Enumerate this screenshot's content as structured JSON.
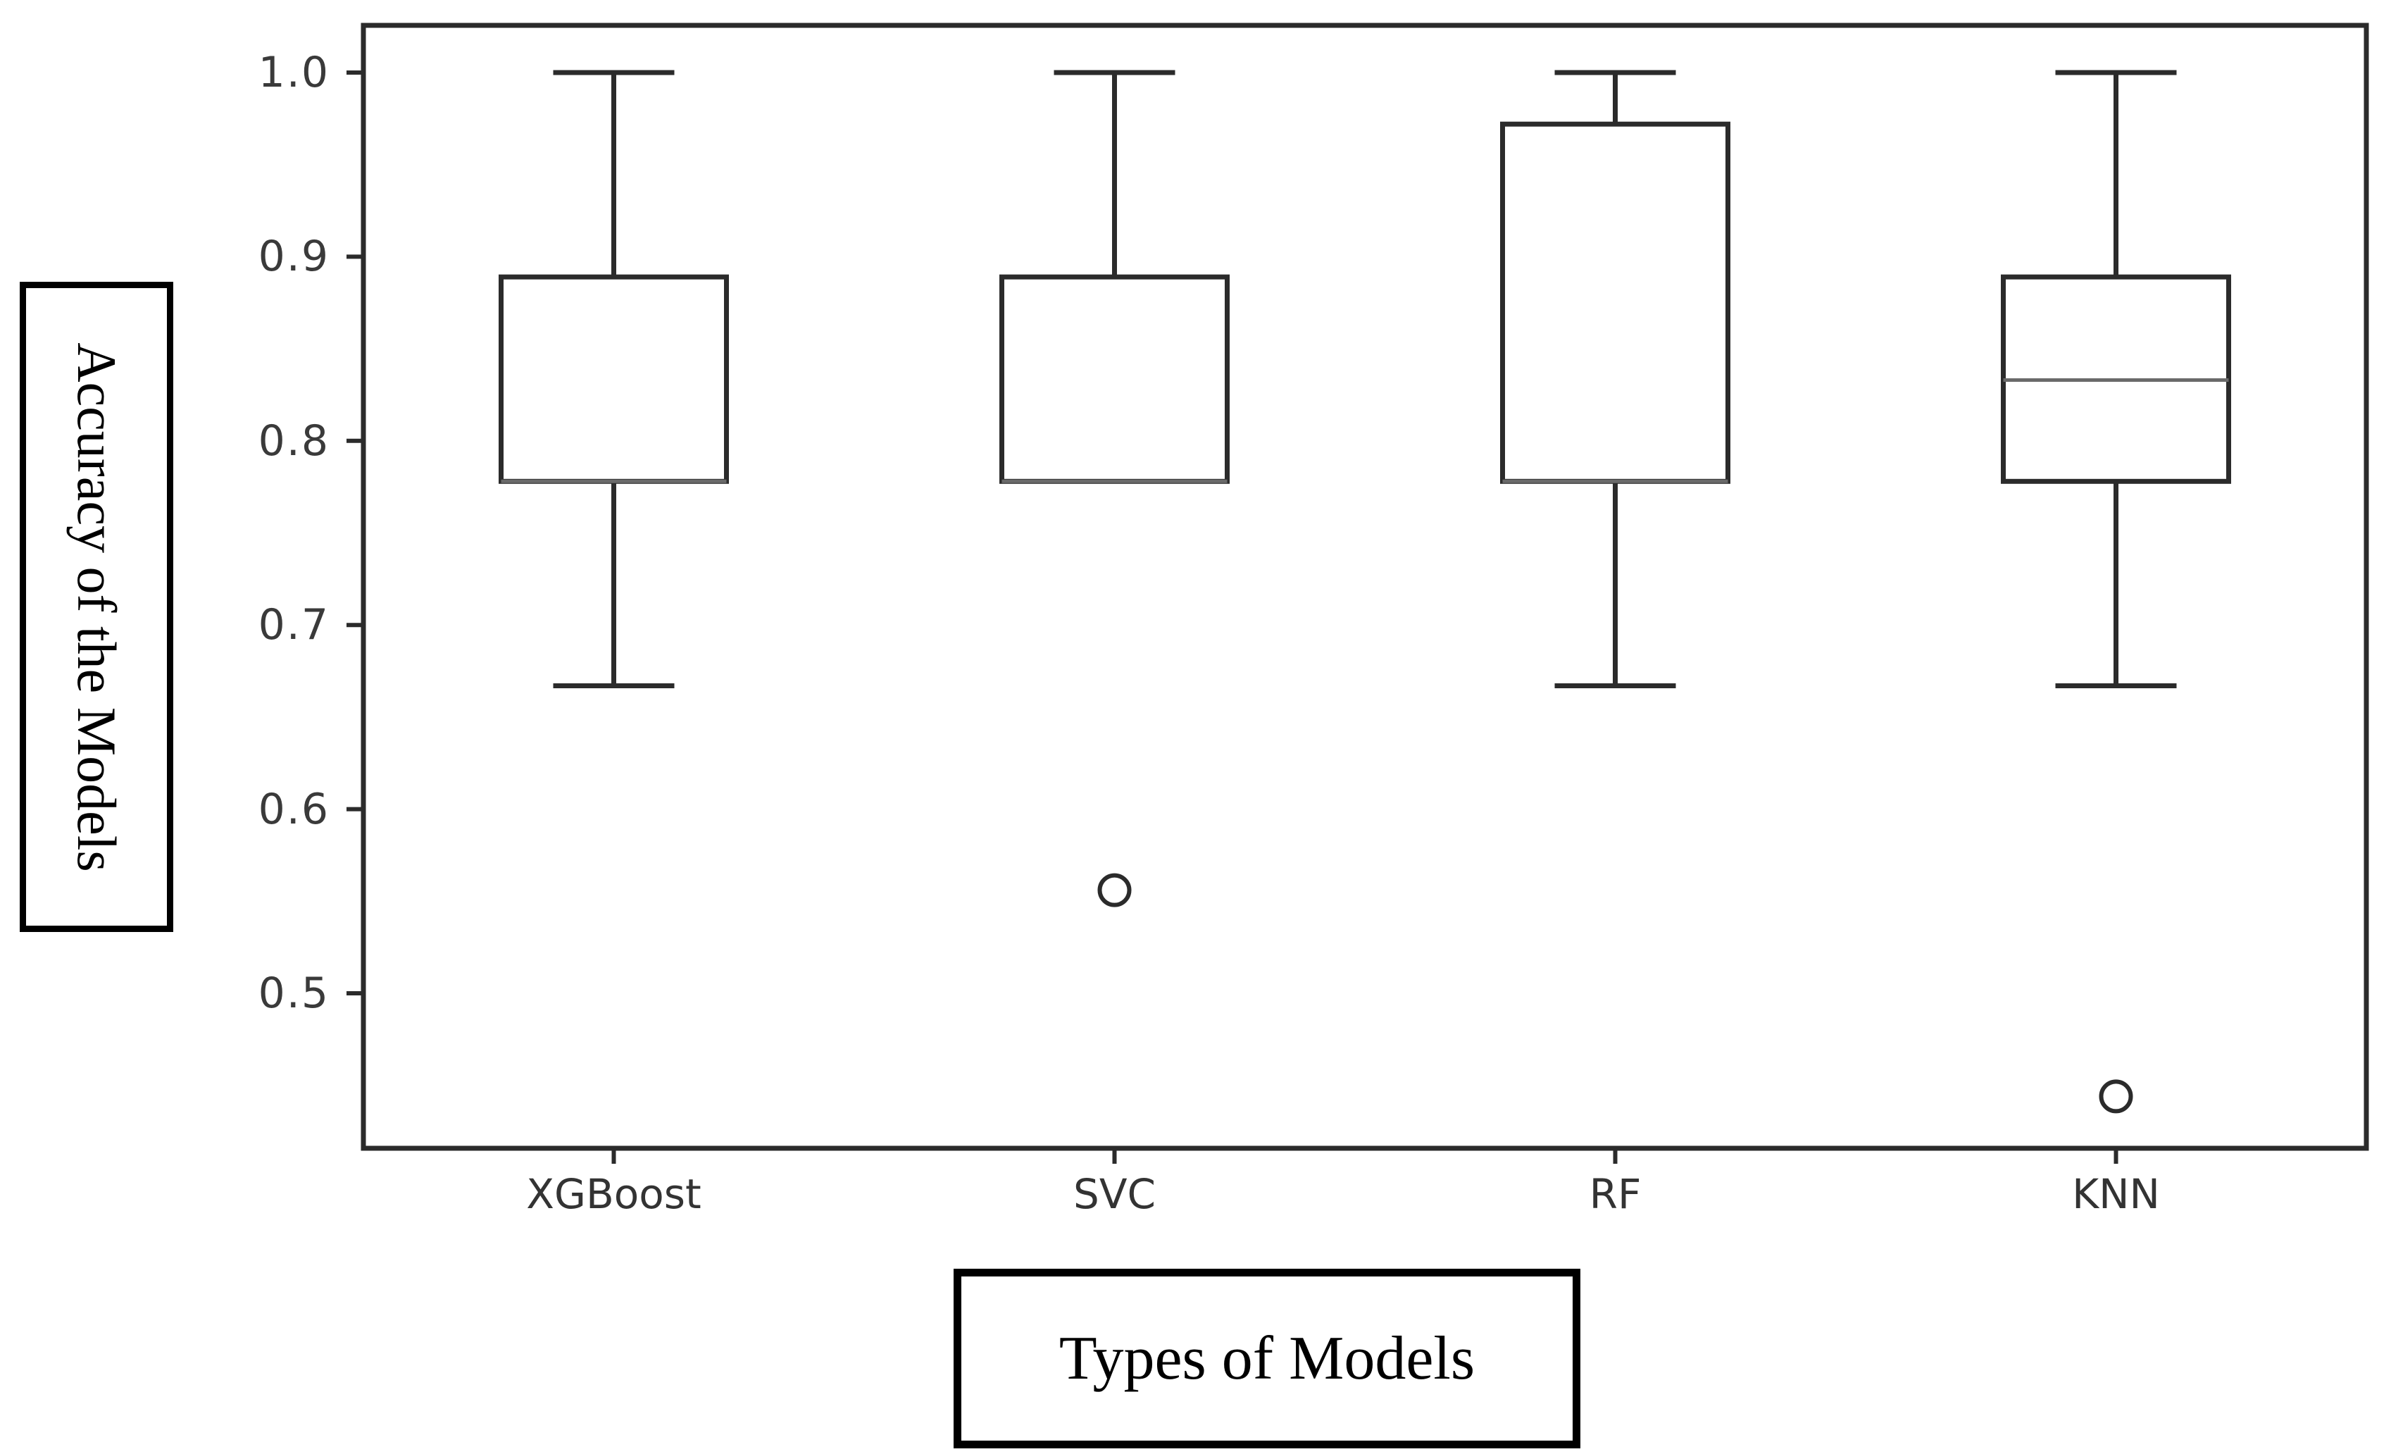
{
  "chart_data": {
    "type": "boxplot",
    "title": "",
    "xlabel": "Types of Models",
    "ylabel": "Accuracy of the Models",
    "categories": [
      "XGBoost",
      "SVC",
      "RF",
      "KNN"
    ],
    "y_tick_labels": [
      "1.0",
      "0.9",
      "0.8",
      "0.7",
      "0.6",
      "0.5"
    ],
    "y_tick_values": [
      1.0,
      0.9,
      0.8,
      0.7,
      0.6,
      0.5
    ],
    "ylim": [
      0.42,
      1.026
    ],
    "grid": false,
    "legend": "none",
    "series": [
      {
        "name": "XGBoost",
        "whisker_low": 0.667,
        "q1": 0.778,
        "median": 0.778,
        "q3": 0.889,
        "whisker_high": 1.0,
        "outliers": []
      },
      {
        "name": "SVC",
        "whisker_low": 0.778,
        "q1": 0.778,
        "median": 0.778,
        "q3": 0.889,
        "whisker_high": 1.0,
        "outliers": [
          0.556
        ]
      },
      {
        "name": "RF",
        "whisker_low": 0.667,
        "q1": 0.778,
        "median": 0.778,
        "q3": 0.972,
        "whisker_high": 1.0,
        "outliers": []
      },
      {
        "name": "KNN",
        "whisker_low": 0.667,
        "q1": 0.778,
        "median": 0.833,
        "q3": 0.889,
        "whisker_high": 1.0,
        "outliers": [
          0.444
        ]
      }
    ],
    "colors": {
      "ink": "#2b2b2b",
      "median": "#6a6a6a",
      "tick_text": "#3a3a3a",
      "background": "#ffffff"
    }
  }
}
